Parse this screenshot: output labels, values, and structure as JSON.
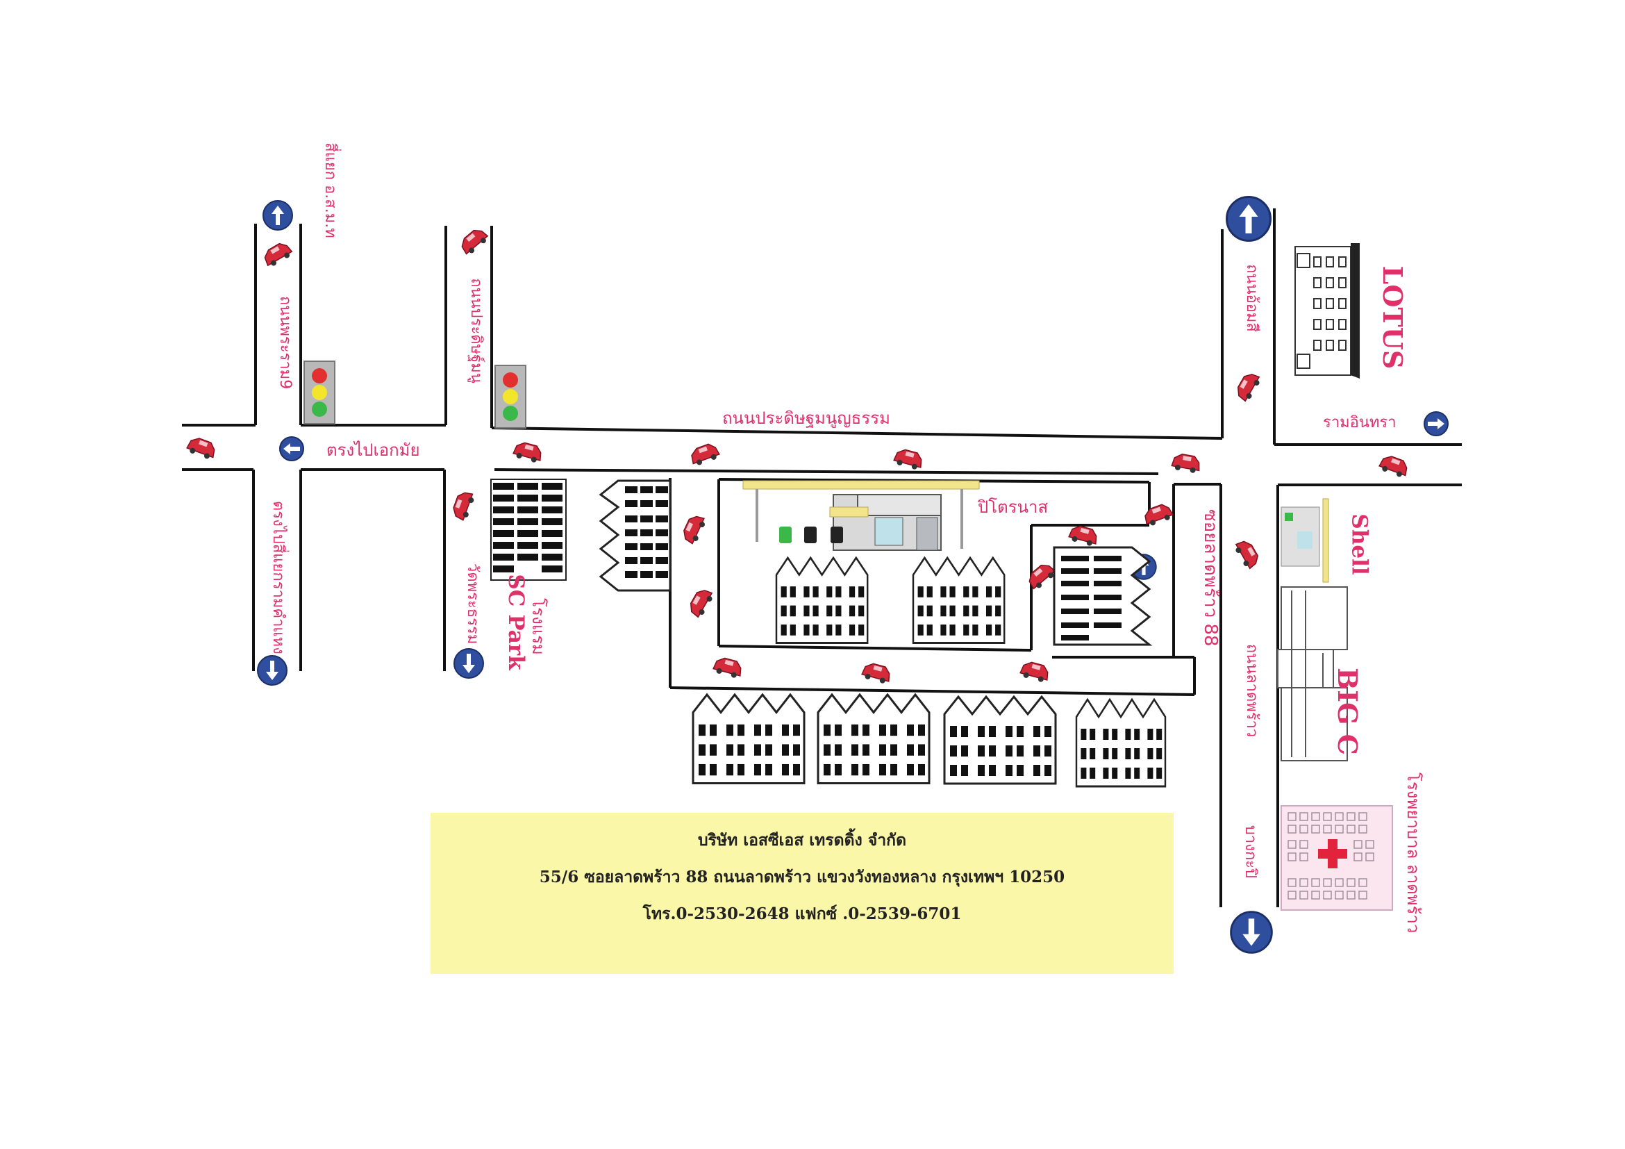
{
  "roads": {
    "main_road": "ถนนประดิษฐมนูญธรรม",
    "to_ekamai": "ตรงไปเอกมัย",
    "ramintra": "รามอินทรา",
    "left_top": "ถนนพระราม9",
    "left_top_junction": "สี่แยก อ.ส.ม.ท",
    "left_bottom": "ตรงไปสี่แยกรามคำแหง",
    "mid_top": "ถนนประดิษฐ์มนู",
    "mid_bottom": "วัดพระธรรม",
    "right_top": "ถนนอ้อมสี",
    "right_mid": "ถนนลาดพร้าว",
    "right_bottom": "บางกะปิ",
    "soi": "ซอยลาดพร้าว 88"
  },
  "landmarks": {
    "lotus": "LOTUS",
    "shell": "Shell",
    "big_c": "BIG C",
    "sc_park": "SC Park",
    "hotel": "โรงแรม",
    "ptt": "ปิโตรนาส",
    "hospital": "โรงพยาบาล ลาดพร้าว"
  },
  "company": {
    "name": "บริษัท เอสซีเอส เทรดดิ้ง จำกัด",
    "address": "55/6 ซอยลาดพร้าว 88 ถนนลาดพร้าว แขวงวังทองหลาง กรุงเทพฯ 10250",
    "phone": "โทร.0-2530-2648 แฟกซ์ .0-2539-6701"
  },
  "colors": {
    "road_line": "#111111",
    "label": "#e0306a",
    "arrow_fill": "#2f4f9e",
    "car": "#d42a3a",
    "info_bg": "#fbf7a8"
  },
  "icons": [
    "up-arrow-icon",
    "down-arrow-icon",
    "traffic-light-icon",
    "car-icon",
    "building-icon",
    "hospital-cross-icon",
    "gas-pump-icon"
  ]
}
